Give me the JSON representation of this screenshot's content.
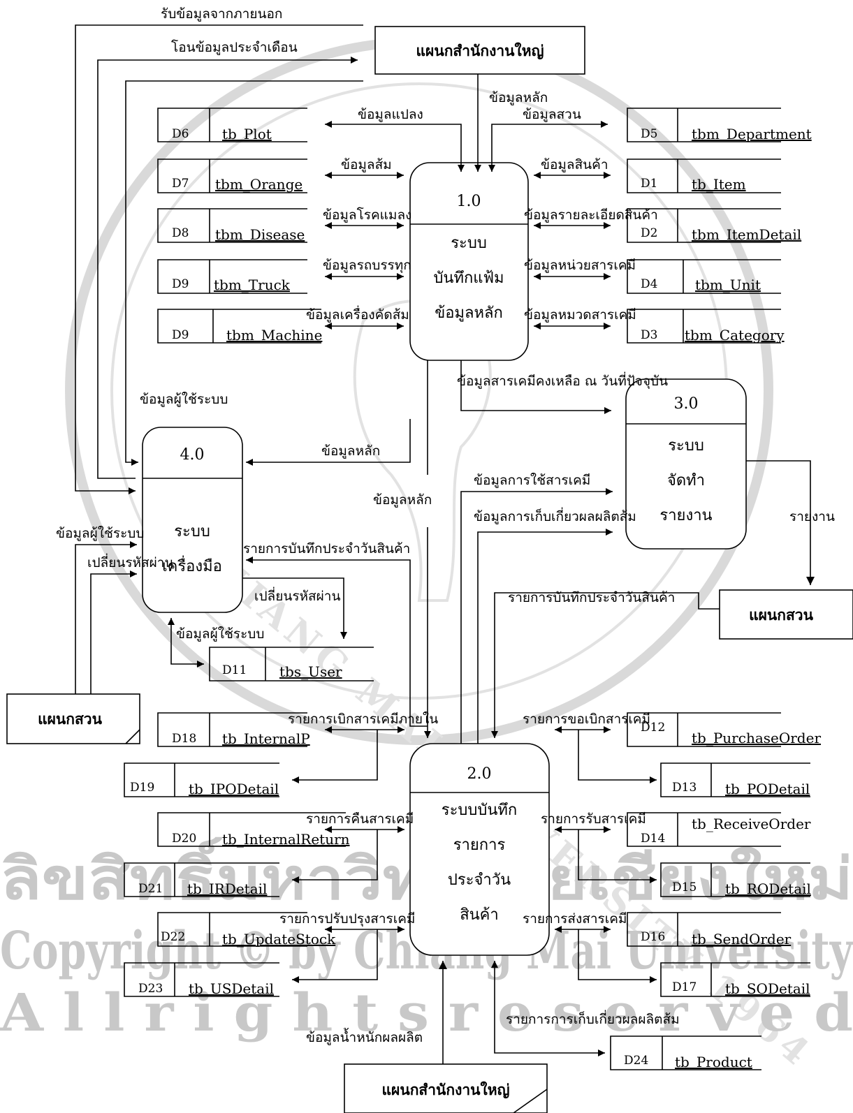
{
  "processes": {
    "p1": {
      "id": "1.0",
      "lines": [
        "ระบบ",
        "บันทึกแฟ้ม",
        "ข้อมูลหลัก"
      ]
    },
    "p2": {
      "id": "2.0",
      "lines": [
        "ระบบบันทึก",
        "รายการ",
        "ประจำวัน",
        "สินค้า"
      ]
    },
    "p3": {
      "id": "3.0",
      "lines": [
        "ระบบ",
        "จัดทำ",
        "รายงาน"
      ]
    },
    "p4": {
      "id": "4.0",
      "lines": [
        "ระบบ",
        "เครื่องมือ"
      ]
    }
  },
  "entities": {
    "hq_top": "แผนกสำนักงานใหญ่",
    "hq_bottom": "แผนกสำนักงานใหญ่",
    "garden_right": "แผนกสวน",
    "garden_left": "แผนกสวน"
  },
  "datastores": {
    "D6": {
      "id": "D6",
      "name": "tb_Plot"
    },
    "D7": {
      "id": "D7",
      "name": "tbm_Orange"
    },
    "D8": {
      "id": "D8",
      "name": "tbm_Disease"
    },
    "D9a": {
      "id": "D9",
      "name": "tbm_Truck"
    },
    "D9b": {
      "id": "D9",
      "name": "tbm_Machine"
    },
    "D5": {
      "id": "D5",
      "name": "tbm_Department"
    },
    "D1": {
      "id": "D1",
      "name": "tb_Item"
    },
    "D2": {
      "id": "D2",
      "name": "tbm_ItemDetail"
    },
    "D4": {
      "id": "D4",
      "name": "tbm_Unit"
    },
    "D3": {
      "id": "D3",
      "name": "tbm_Category"
    },
    "D11": {
      "id": "D11",
      "name": "tbs_User"
    },
    "D18": {
      "id": "D18",
      "name": "tb_InternalP"
    },
    "D19": {
      "id": "D19",
      "name": "tb_IPODetail"
    },
    "D20": {
      "id": "D20",
      "name": "tb_InternalReturn"
    },
    "D21": {
      "id": "D21",
      "name": "tb_IRDetail"
    },
    "D22": {
      "id": "D22",
      "name": "tb_UpdateStock"
    },
    "D23": {
      "id": "D23",
      "name": "tb_USDetail"
    },
    "D12": {
      "id": "D12",
      "name": "tb_PurchaseOrder"
    },
    "D13": {
      "id": "D13",
      "name": "tb_PODetail"
    },
    "D14": {
      "id": "D14",
      "name": "tb_ReceiveOrder"
    },
    "D15": {
      "id": "D15",
      "name": "tb_RODetail"
    },
    "D16": {
      "id": "D16",
      "name": "tb_SendOrder"
    },
    "D17": {
      "id": "D17",
      "name": "tb_SODetail"
    },
    "D24": {
      "id": "D24",
      "name": "tb_Product"
    }
  },
  "flows": {
    "ext_in": "รับข้อมูลจากภายนอก",
    "monthly_transfer": "โอนข้อมูลประจำเดือน",
    "master_top": "ข้อมูลหลัก",
    "plot": "ข้อมูลแปลง",
    "garden": "ข้อมูลสวน",
    "orange": "ข้อมูลส้ม",
    "item": "ข้อมูลสินค้า",
    "disease": "ข้อมูลโรคแมลง",
    "item_detail": "ข้อมูลรายละเอียดสินค้า",
    "truck": "ข้อมูลรถบรรทุก",
    "unit": "ข้อมูลหน่วยสารเคมี",
    "machine": "ข้อมูลเครื่องคัดส้ม",
    "category": "ข้อมูลหมวดสารเคมี",
    "stock_today": "ข้อมูลสารเคมีคงเหลือ ณ วันที่ปัจจุบัน",
    "user_info_top": "ข้อมูลผู้ใช้ระบบ",
    "master_to_p4": "ข้อมูลหลัก",
    "master_to_p2": "ข้อมูลหลัก",
    "chem_usage": "ข้อมูลการใช้สารเคมี",
    "harvest_info": "ข้อมูลการเก็บเกี่ยวผลผลิตส้ม",
    "report": "รายงาน",
    "user_info_left": "ข้อมูลผู้ใช้ระบบ",
    "change_pw_left": "เปลี่ยนรหัสผ่าน",
    "daily_log_p4": "รายการบันทึกประจำวันสินค้า",
    "change_pw_mid": "เปลี่ยนรหัสผ่าน",
    "user_info_bottom": "ข้อมูลผู้ใช้ระบบ",
    "daily_log_p2": "รายการบันทึกประจำวันสินค้า",
    "internal_withdraw": "รายการเบิกสารเคมีภายใน",
    "request_withdraw": "รายการขอเบิกสารเคมี",
    "return_chem": "รายการคืนสารเคมี",
    "receive_chem": "รายการรับสารเคมี",
    "improve_chem": "รายการปรับปรุงสารเคมี",
    "send_chem": "รายการส่งสารเคมี",
    "harvest_log": "รายการการเก็บเกี่ยวผลผลิตส้ม",
    "weight": "ข้อมูลน้ำหนักผลผลิต"
  },
  "watermark": {
    "line1": "ลิขสิทธิ์มหาวิทยาลัยเชียงใหม่",
    "line2": "Copyright © by Chiang Mai University",
    "line3": "A l l   r i g h t s   r e s e r v e d",
    "seal_text": "CHIANG MAI UNIVERSITY 1964"
  }
}
